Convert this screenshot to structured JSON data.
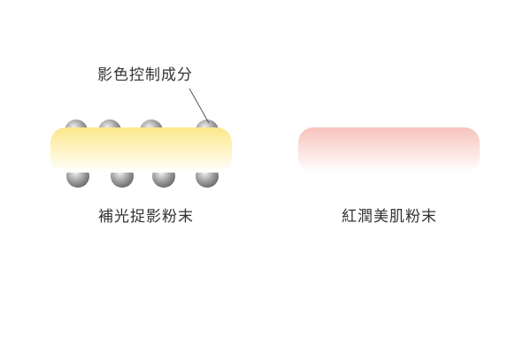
{
  "annotation": {
    "label": "影色控制成分"
  },
  "left_item": {
    "caption": "補光捉影粉末",
    "bar_color_top": "#fce88a",
    "bar_color_bottom": "#ffffff",
    "particle_color": "#8f8f8f",
    "particle_count_top": 4,
    "particle_count_bottom": 4
  },
  "right_item": {
    "caption": "紅潤美肌粉末",
    "bar_color_top": "#f7c3bc",
    "bar_color_bottom": "#ffffff"
  }
}
